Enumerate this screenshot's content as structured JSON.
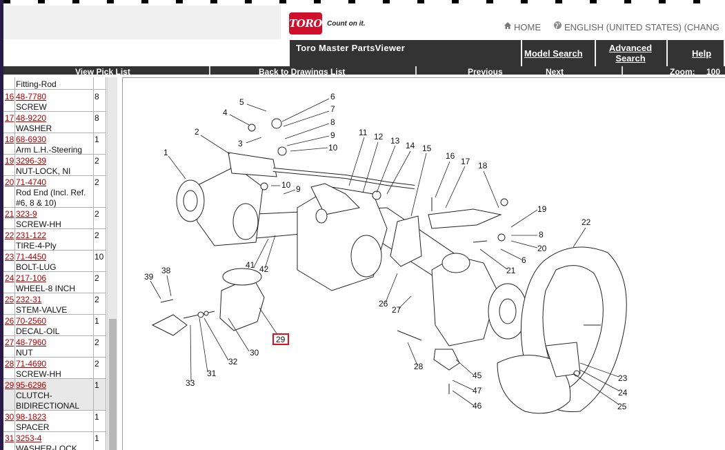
{
  "header": {
    "logo_text": "TORO",
    "tagline": "Count on it.",
    "home_label": "HOME",
    "language_label": "ENGLISH (UNITED STATES) (CHANG",
    "app_title": "Toro Master PartsViewer",
    "model_search": "Model Search",
    "advanced_search_line1": "Advanced",
    "advanced_search_line2": "Search",
    "help": "Help",
    "brand_color": "#d0102a"
  },
  "toolbar": {
    "view_pick_list": "View Pick List",
    "back_to_drawings": "Back to Drawings List",
    "previous": "Previous",
    "next": "Next",
    "zoom_label": "Zoom:",
    "zoom_value": "100"
  },
  "parts_list": {
    "previous_row_desc": "Fitting-Rod",
    "rows": [
      {
        "ref": "16",
        "part": "48-7780",
        "desc": "SCREW",
        "qty": "8"
      },
      {
        "ref": "17",
        "part": "48-9220",
        "desc": "WASHER",
        "qty": "8"
      },
      {
        "ref": "18",
        "part": "68-6930",
        "desc": "Arm L.H.-Steering",
        "qty": "1"
      },
      {
        "ref": "19",
        "part": "3296-39",
        "desc": "NUT-LOCK, NI",
        "qty": "2"
      },
      {
        "ref": "20",
        "part": "71-4740",
        "desc": "Rod End (Incl. Ref. #6, 8 & 10)",
        "qty": "2"
      },
      {
        "ref": "21",
        "part": "323-9",
        "desc": "SCREW-HH",
        "qty": "2"
      },
      {
        "ref": "22",
        "part": "231-122",
        "desc": "TIRE-4-Ply",
        "qty": "2"
      },
      {
        "ref": "23",
        "part": "71-4450",
        "desc": "BOLT-LUG",
        "qty": "10"
      },
      {
        "ref": "24",
        "part": "217-106",
        "desc": "WHEEL-8 INCH",
        "qty": "2"
      },
      {
        "ref": "25",
        "part": "232-31",
        "desc": "STEM-VALVE",
        "qty": "2"
      },
      {
        "ref": "26",
        "part": "70-2560",
        "desc": "DECAL-OIL",
        "qty": "1"
      },
      {
        "ref": "27",
        "part": "48-7960",
        "desc": "NUT",
        "qty": "2"
      },
      {
        "ref": "28",
        "part": "71-4690",
        "desc": "SCREW-HH",
        "qty": "2"
      },
      {
        "ref": "29",
        "part": "95-6296",
        "desc": "CLUTCH-BIDIRECTIONAL",
        "qty": "1",
        "selected": true
      },
      {
        "ref": "30",
        "part": "98-1823",
        "desc": "SPACER",
        "qty": "1"
      },
      {
        "ref": "31",
        "part": "3253-4",
        "desc": "WASHER-LOCK",
        "qty": "1"
      }
    ]
  },
  "drawing": {
    "highlighted_callout": "29",
    "callouts": [
      "1",
      "2",
      "3",
      "4",
      "5",
      "6",
      "7",
      "8",
      "9",
      "10",
      "10",
      "9",
      "11",
      "12",
      "13",
      "14",
      "15",
      "16",
      "17",
      "18",
      "19",
      "8",
      "20",
      "6",
      "21",
      "22",
      "23",
      "24",
      "25",
      "26",
      "27",
      "28",
      "29",
      "30",
      "31",
      "32",
      "33",
      "38",
      "39",
      "41",
      "42",
      "45",
      "46",
      "47"
    ]
  }
}
